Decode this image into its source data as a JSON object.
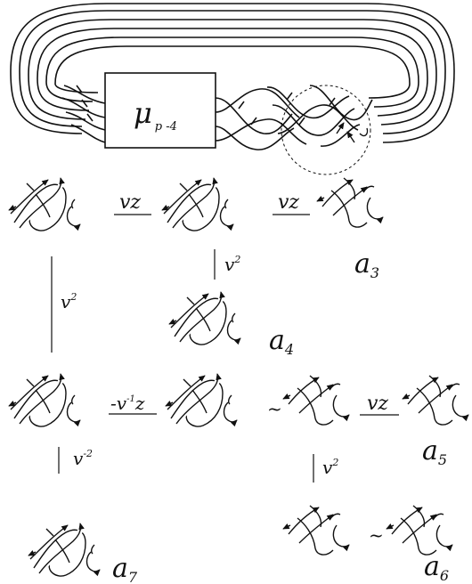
{
  "box_label": {
    "main": "μ",
    "sub": "p -4"
  },
  "edge_labels": {
    "vz_top_left": "vz",
    "vz_top_right": "vz",
    "v2_middle": "v",
    "v2_middle_exp": "2",
    "v2_left": "v",
    "v2_left_exp": "2",
    "minus_v_inv_z_base": "-v",
    "minus_v_inv_z_exp": "-1",
    "minus_v_inv_z_tail": "z",
    "vz_bottom": "vz",
    "v2_bottom": "v",
    "v2_bottom_exp": "2",
    "v_minus2": "v",
    "v_minus2_exp": "-2"
  },
  "equivalence_symbols": [
    "~",
    "~"
  ],
  "results": {
    "a3": {
      "base": "a",
      "sub": "3"
    },
    "a4": {
      "base": "a",
      "sub": "4"
    },
    "a5": {
      "base": "a",
      "sub": "5"
    },
    "a6": {
      "base": "a",
      "sub": "6"
    },
    "a7": {
      "base": "a",
      "sub": "7"
    }
  }
}
